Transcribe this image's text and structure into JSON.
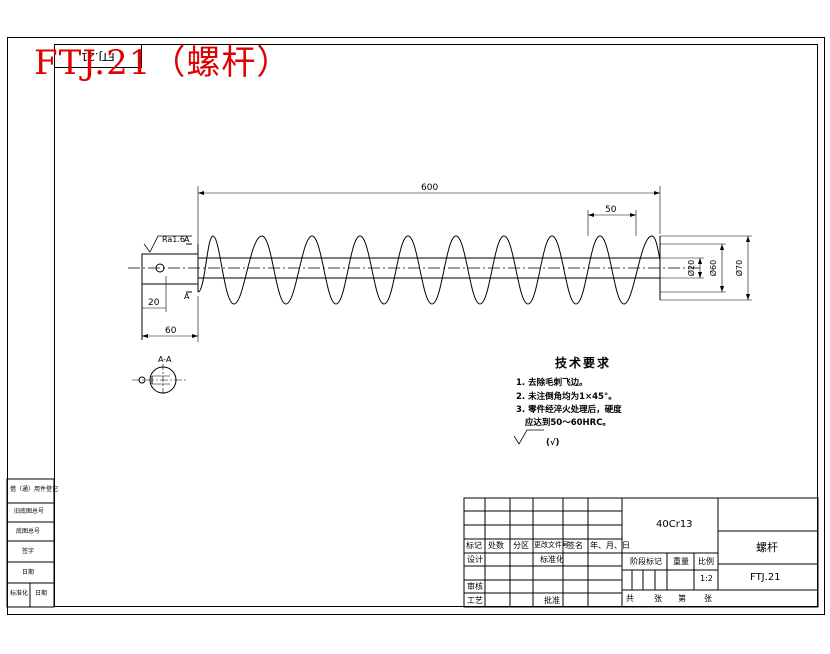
{
  "title": "FTJ.21（螺杆）",
  "code_box": "FTJ.21",
  "dimensions": {
    "length": "600",
    "pitch": "50",
    "shaft_length": "60",
    "key_pos": "20",
    "d_shaft": "Ø20",
    "d_tube": "Ø60",
    "d_outer": "Ø70",
    "roughness": "Ra1.6",
    "side_a": "A",
    "section_label": "A-A"
  },
  "requirements": {
    "title": "技术要求",
    "items": [
      "1. 去除毛刺飞边。",
      "2. 未注倒角均为1×45°。",
      "3. 零件经淬火处理后，硬度",
      "   应达到50～60HRC。"
    ],
    "roughness_note": "(√)"
  },
  "title_block": {
    "material": "40Cr13",
    "part_name": "螺杆",
    "drawing_no": "FTJ.21",
    "scale": "1:2",
    "header_cols": [
      "标记",
      "处数",
      "分区",
      "更改文件号",
      "签名",
      "年、月、日"
    ],
    "design": "设计",
    "standardize": "标准化",
    "review": "审核",
    "process": "工艺",
    "approve": "批准",
    "stage_mark": "阶段标记",
    "weight": "重量",
    "scale_label": "比例",
    "sheets_line": [
      "共",
      "张",
      "第",
      "张"
    ]
  },
  "left_block": {
    "rows": [
      "借（通）用件登记",
      "旧底图总号",
      "底图总号",
      "签字",
      "日期"
    ],
    "footer": [
      "标准化",
      "日期"
    ]
  }
}
